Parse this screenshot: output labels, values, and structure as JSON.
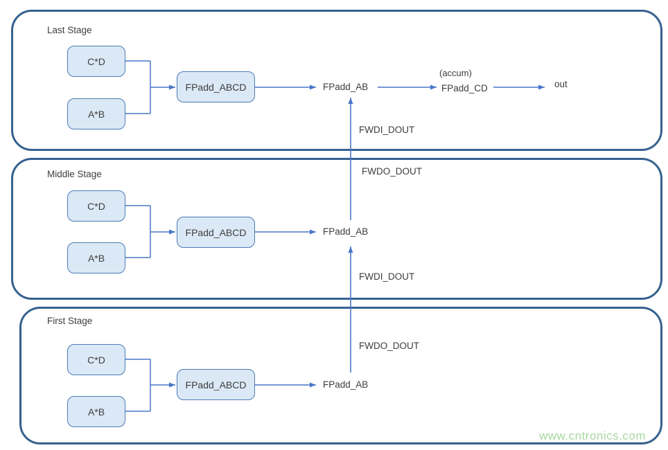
{
  "stages": [
    {
      "title": "Last Stage",
      "box_cd": "C*D",
      "box_ab": "A*B",
      "box_adder": "FPadd_ABCD",
      "node_fpadd_ab": "FPadd_AB",
      "accum_note": "(accum)",
      "node_fpadd_cd": "FPadd_CD",
      "output_label": "out",
      "fwdi_label": "FWDI_DOUT"
    },
    {
      "title": "Middle Stage",
      "box_cd": "C*D",
      "box_ab": "A*B",
      "box_adder": "FPadd_ABCD",
      "node_fpadd_ab": "FPadd_AB",
      "fwdo_label": "FWDO_DOUT",
      "fwdi_label": "FWDI_DOUT"
    },
    {
      "title": "First Stage",
      "box_cd": "C*D",
      "box_ab": "A*B",
      "box_adder": "FPadd_ABCD",
      "node_fpadd_ab": "FPadd_AB",
      "fwdo_label": "FWDO_DOUT"
    }
  ],
  "watermark": "www.cntronics.com",
  "colors": {
    "stage_border": "#35618f",
    "box_fill": "#dbe9f6",
    "box_border": "#4a7ab5",
    "arrow": "#4876c8",
    "text": "#3d3d3d",
    "watermark": "#a9d7a2"
  }
}
